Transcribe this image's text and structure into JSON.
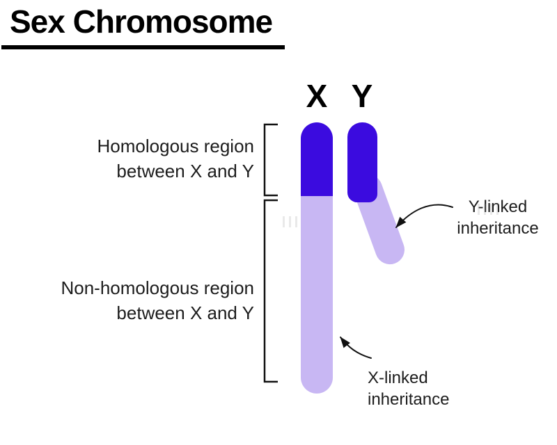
{
  "title": "Sex Chromosome",
  "chromosome_labels": {
    "x": "X",
    "y": "Y"
  },
  "annotations": {
    "homologous_line1": "Homologous region",
    "homologous_line2": "between X and Y",
    "non_homologous_line1": "Non-homologous region",
    "non_homologous_line2": "between X and Y",
    "y_linked_line1": "Y-linked",
    "y_linked_line2": "inheritance",
    "x_linked_line1": "X-linked",
    "x_linked_line2": "inheritance"
  },
  "colors": {
    "homologous_region": "#3b0bdf",
    "non_homologous_region": "#c8b7f3",
    "text": "#1c1c1c"
  }
}
